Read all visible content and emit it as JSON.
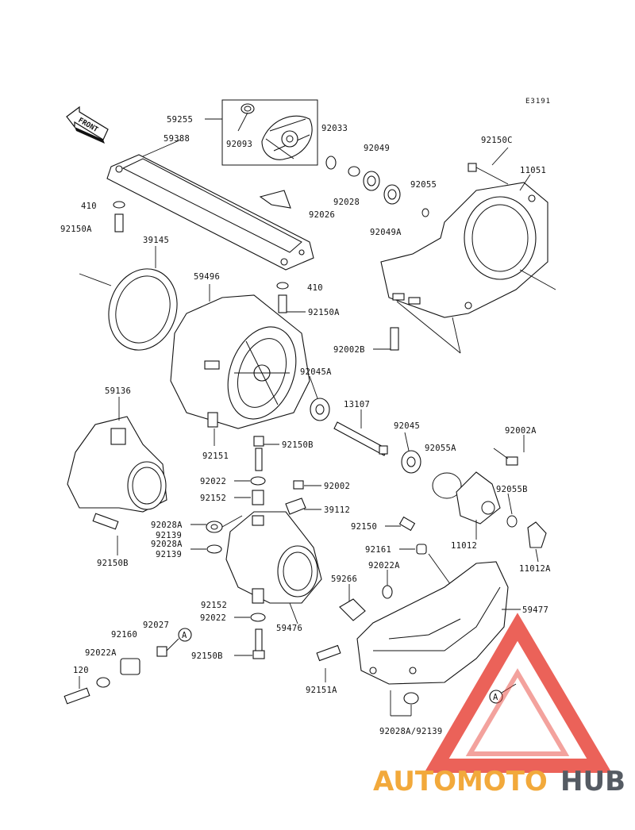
{
  "diagram_code": "E3191",
  "front_label": "FRONT",
  "callout_letter": "A",
  "watermark": {
    "part1": "AUTOMOTO",
    "part2": "HUB",
    "colors": {
      "accent": "#e8473d",
      "orange": "#f2a93b",
      "gray": "#555b63"
    }
  },
  "parts": {
    "p59255": "59255",
    "p92093": "92093",
    "p59388": "59388",
    "p92033": "92033",
    "p92049": "92049",
    "p92150c": "92150C",
    "p11051": "11051",
    "p92055": "92055",
    "p92028_top": "92028",
    "p92026": "92026",
    "p92049a": "92049A",
    "p410_a": "410",
    "p92150a_a": "92150A",
    "p39145": "39145",
    "p59496": "59496",
    "p410_b": "410",
    "p92150a_b": "92150A",
    "p92002b": "92002B",
    "p92045a": "92045A",
    "p59136": "59136",
    "p13107": "13107",
    "p92045": "92045",
    "p92002a": "92002A",
    "p92151": "92151",
    "p92150b_a": "92150B",
    "p92055a": "92055A",
    "p92022_a": "92022",
    "p92002": "92002",
    "p92152_a": "92152",
    "p39112": "39112",
    "p92055b": "92055B",
    "p92028a_1": "92028A",
    "p92139_1": "92139",
    "p92028a_2": "92028A",
    "p92139_2": "92139",
    "p92150": "92150",
    "p11012": "11012",
    "p92150b_b": "92150B",
    "p92161": "92161",
    "p11012a": "11012A",
    "p92022a_a": "92022A",
    "p59266": "59266",
    "p92152_b": "92152",
    "p59477": "59477",
    "p92027": "92027",
    "p92022_b": "92022",
    "p59476": "59476",
    "p92160": "92160",
    "p92150b_c": "92150B",
    "p92022a_b": "92022A",
    "p120": "120",
    "p92151a": "92151A",
    "p92028a_92139": "92028A/92139"
  }
}
